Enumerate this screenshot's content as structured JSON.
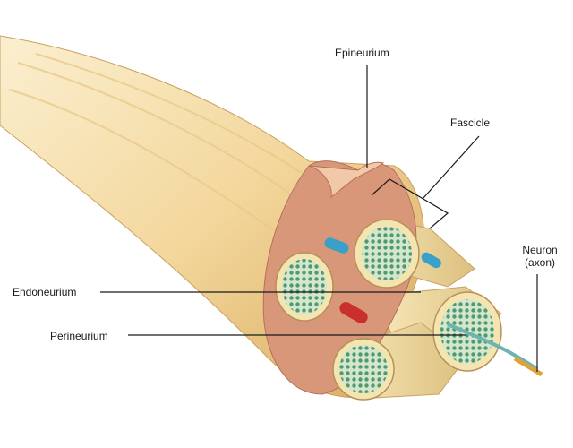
{
  "labels": {
    "epineurium": "Epineurium",
    "fascicle": "Fascicle",
    "neuron_line1": "Neuron",
    "neuron_line2": "(axon)",
    "endoneurium": "Endoneurium",
    "perineurium": "Perineurium"
  },
  "colors": {
    "nerve_body": "#f0cf8c",
    "nerve_highlight": "#fbe9c0",
    "epineurium_section": "#d9977a",
    "fascicle_sheath": "#f4e4b0",
    "axon_green": "#4f9a73",
    "endoneurium_fill": "#cfe2c8",
    "vein_blue": "#3aa0c8",
    "artery_red": "#c9302c",
    "leader_line": "#1a1a1a"
  }
}
